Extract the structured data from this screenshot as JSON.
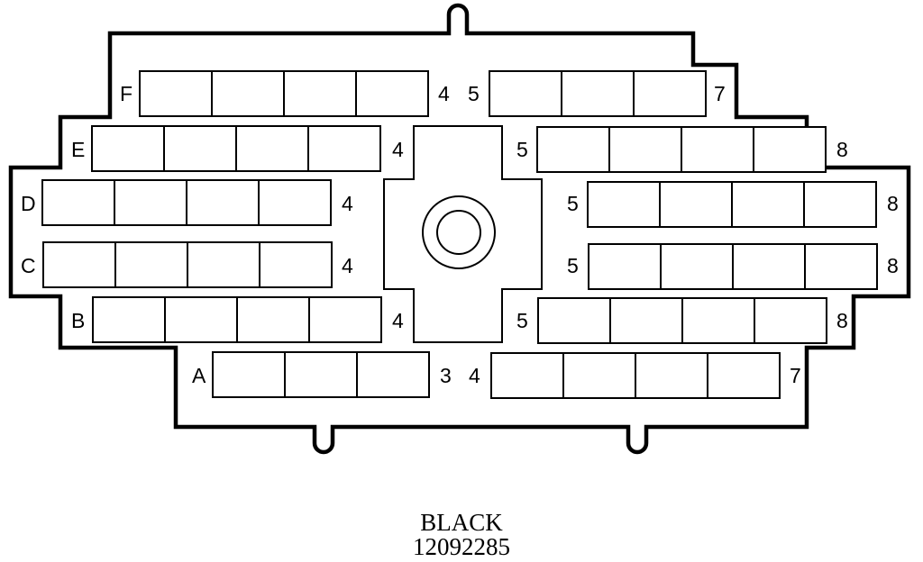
{
  "connector": {
    "color_label": "BLACK",
    "part_number": "12092285",
    "rows": [
      {
        "letter": "F",
        "left_end": "4",
        "right_start": "5",
        "right_end": "7"
      },
      {
        "letter": "E",
        "left_end": "4",
        "right_start": "5",
        "right_end": "8"
      },
      {
        "letter": "D",
        "left_end": "4",
        "right_start": "5",
        "right_end": "8"
      },
      {
        "letter": "C",
        "left_end": "4",
        "right_start": "5",
        "right_end": "8"
      },
      {
        "letter": "B",
        "left_end": "4",
        "right_start": "5",
        "right_end": "8"
      },
      {
        "letter": "A",
        "left_end": "3",
        "right_start": "4",
        "right_end": "7"
      }
    ]
  },
  "colors": {
    "line": "#000000",
    "background": "#ffffff"
  }
}
